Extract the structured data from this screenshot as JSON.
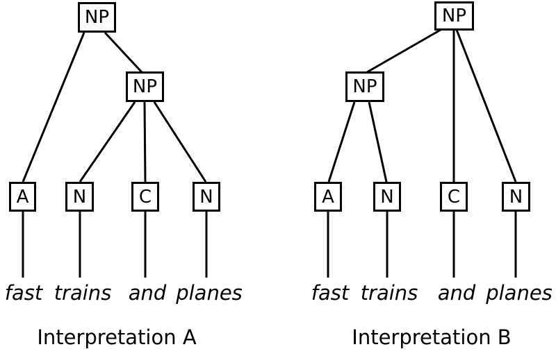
{
  "colors": {
    "ink": "#000000",
    "background": "#ffffff"
  },
  "phrase": "fast trains and planes",
  "trees": [
    {
      "caption": "Interpretation A",
      "root_label": "NP",
      "inner_label": "NP",
      "inner_children_note": "inner NP dominates N, C, N; root NP dominates A and inner NP",
      "leaf_labels": [
        "A",
        "N",
        "C",
        "N"
      ],
      "words": [
        "fast",
        "trains",
        "and",
        "planes"
      ]
    },
    {
      "caption": "Interpretation B",
      "root_label": "NP",
      "inner_label": "NP",
      "inner_children_note": "inner NP dominates A, N; root NP dominates inner NP, C, N",
      "leaf_labels": [
        "A",
        "N",
        "C",
        "N"
      ],
      "words": [
        "fast",
        "trains",
        "and",
        "planes"
      ]
    }
  ]
}
